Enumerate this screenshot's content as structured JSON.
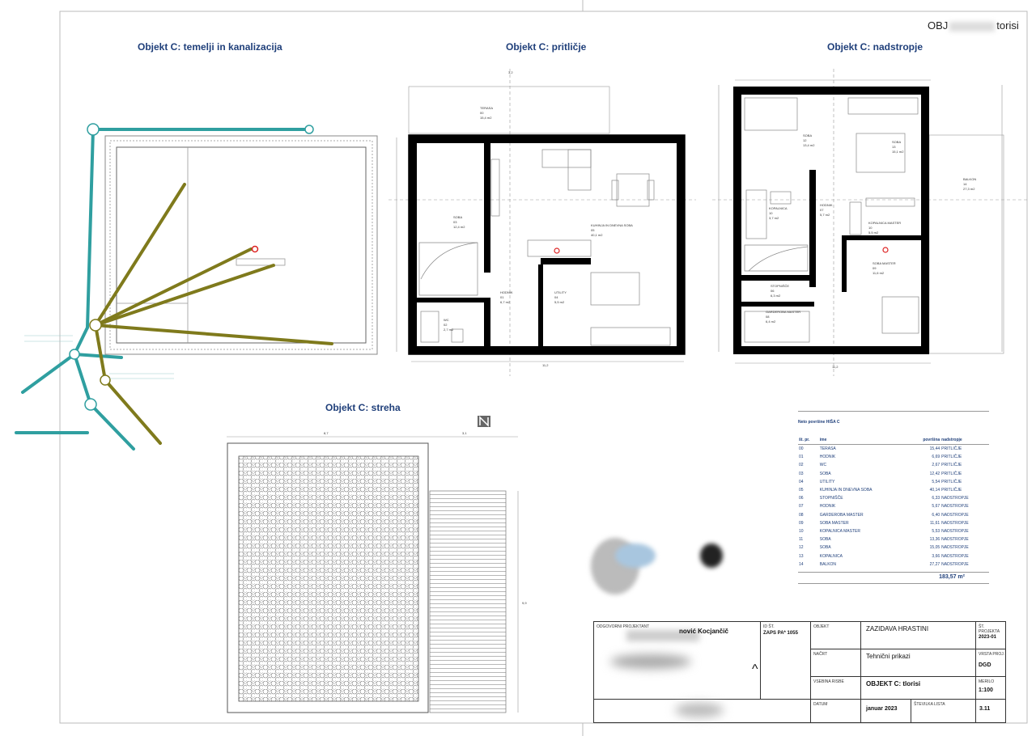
{
  "sheet": {
    "header_label": "OBJ",
    "header_label_tail": "torisi",
    "titles": {
      "foundations": "Objekt C: temelji in kanalizacija",
      "ground_floor": "Objekt C: pritličje",
      "upper_floor": "Objekt C: nadstropje",
      "roof": "Objekt C: streha"
    }
  },
  "ground_floor_rooms": {
    "terasa": {
      "name": "TERASA",
      "num": "00",
      "area": "15,4 m2"
    },
    "soba": {
      "name": "SOBA",
      "num": "03",
      "area": "12,4 m2"
    },
    "kuhinja": {
      "name": "KUHINJA IN DNEVNA SOBA",
      "num": "05",
      "area": "40,1 m2"
    },
    "hodnik": {
      "name": "HODNIK",
      "num": "01",
      "area": "6,7 m2"
    },
    "utility": {
      "name": "UTILITY",
      "num": "04",
      "area": "5,5 m2"
    },
    "wc": {
      "name": "WC",
      "num": "02",
      "area": "2,7 m2"
    }
  },
  "upper_floor_rooms": {
    "soba12": {
      "name": "SOBA",
      "num": "12",
      "area": "13,4 m2"
    },
    "soba13": {
      "name": "SOBA",
      "num": "13",
      "area": "15,1 m2"
    },
    "balkon": {
      "name": "BALKON",
      "num": "14",
      "area": "27,3 m2"
    },
    "kopalnica": {
      "name": "KOPALNICA",
      "num": "10",
      "area": "3,7 m2"
    },
    "hodnik": {
      "name": "HODNIK",
      "num": "07",
      "area": "5,7 m2"
    },
    "kopalnica_master": {
      "name": "KOPALNICA MASTER",
      "num": "10",
      "area": "5,5 m2"
    },
    "soba_master": {
      "name": "SOBA MASTER",
      "num": "09",
      "area": "11,6 m2"
    },
    "stopnisce": {
      "name": "STOPNIŠČE",
      "num": "06",
      "area": "6,3 m2"
    },
    "garderoba": {
      "name": "GARDEROBA MASTER",
      "num": "08",
      "area": "6,4 m2"
    }
  },
  "dimension_labels": {
    "ground_width": "11,2",
    "ground_top": "3,2",
    "upper_width": "11,2",
    "roof_width_a": "8,7",
    "roof_width_b": "3,1",
    "roof_height": "9,9"
  },
  "area_table": {
    "caption": "Neto površine HIŠA C",
    "headers": [
      "št. pr.",
      "ime",
      "površina",
      "nadstropje"
    ],
    "rows": [
      [
        "00",
        "TERASA",
        "15,44",
        "PRITLIČJE"
      ],
      [
        "01",
        "HODNIK",
        "6,69",
        "PRITLIČJE"
      ],
      [
        "02",
        "WC",
        "2,67",
        "PRITLIČJE"
      ],
      [
        "03",
        "SOBA",
        "12,42",
        "PRITLIČJE"
      ],
      [
        "04",
        "UTILITY",
        "5,54",
        "PRITLIČJE"
      ],
      [
        "05",
        "KUHINJA IN DNEVNA SOBA",
        "40,14",
        "PRITLIČJE"
      ],
      [
        "06",
        "STOPNIŠČE",
        "6,33",
        "NADSTROPJE"
      ],
      [
        "07",
        "HODNIK",
        "5,67",
        "NADSTROPJE"
      ],
      [
        "08",
        "GARDEROBA MASTER",
        "6,40",
        "NADSTROPJE"
      ],
      [
        "09",
        "SOBA MASTER",
        "11,61",
        "NADSTROPJE"
      ],
      [
        "10",
        "KOPALNICA MASTER",
        "5,53",
        "NADSTROPJE"
      ],
      [
        "11",
        "SOBA",
        "13,36",
        "NADSTROPJE"
      ],
      [
        "12",
        "SOBA",
        "15,05",
        "NADSTROPJE"
      ],
      [
        "13",
        "KOPALNICA",
        "3,66",
        "NADSTROPJE"
      ],
      [
        "14",
        "BALKON",
        "27,27",
        "NADSTROPJE"
      ]
    ],
    "total": "183,57 m²"
  },
  "title_block": {
    "designer_label": "ODGOVORNI PROJEKTANT",
    "designer_name_tail": "nović Kocjančič",
    "id_label": "ID ŠT.",
    "id_value": "ZAPS PA* 1055",
    "object_label": "OBJEKT",
    "object_value": "ZAZIDAVA HRASTINI",
    "project_no_label": "ŠT. PROJEKTA",
    "project_no_value": "2023-01",
    "content_label": "NAČRT",
    "content_value": "Tehnični prikazi",
    "phase_label": "VRSTA PROJ.",
    "phase_value": "DGD",
    "drawing_label": "VSEBINA RISBE",
    "drawing_value": "OBJEKT C: tlorisi",
    "scale_label": "MERILO",
    "scale_value": "1:100",
    "date_label": "DATUM",
    "date_value": "januar 2023",
    "sheet_label": "ŠTEVILKA LISTA",
    "sheet_value": "3.11"
  },
  "colors": {
    "title_blue": "#1f3f7a",
    "teal_pipe": "#2f9fa0",
    "olive_pipe": "#7f7a1c",
    "wall": "#000000"
  }
}
